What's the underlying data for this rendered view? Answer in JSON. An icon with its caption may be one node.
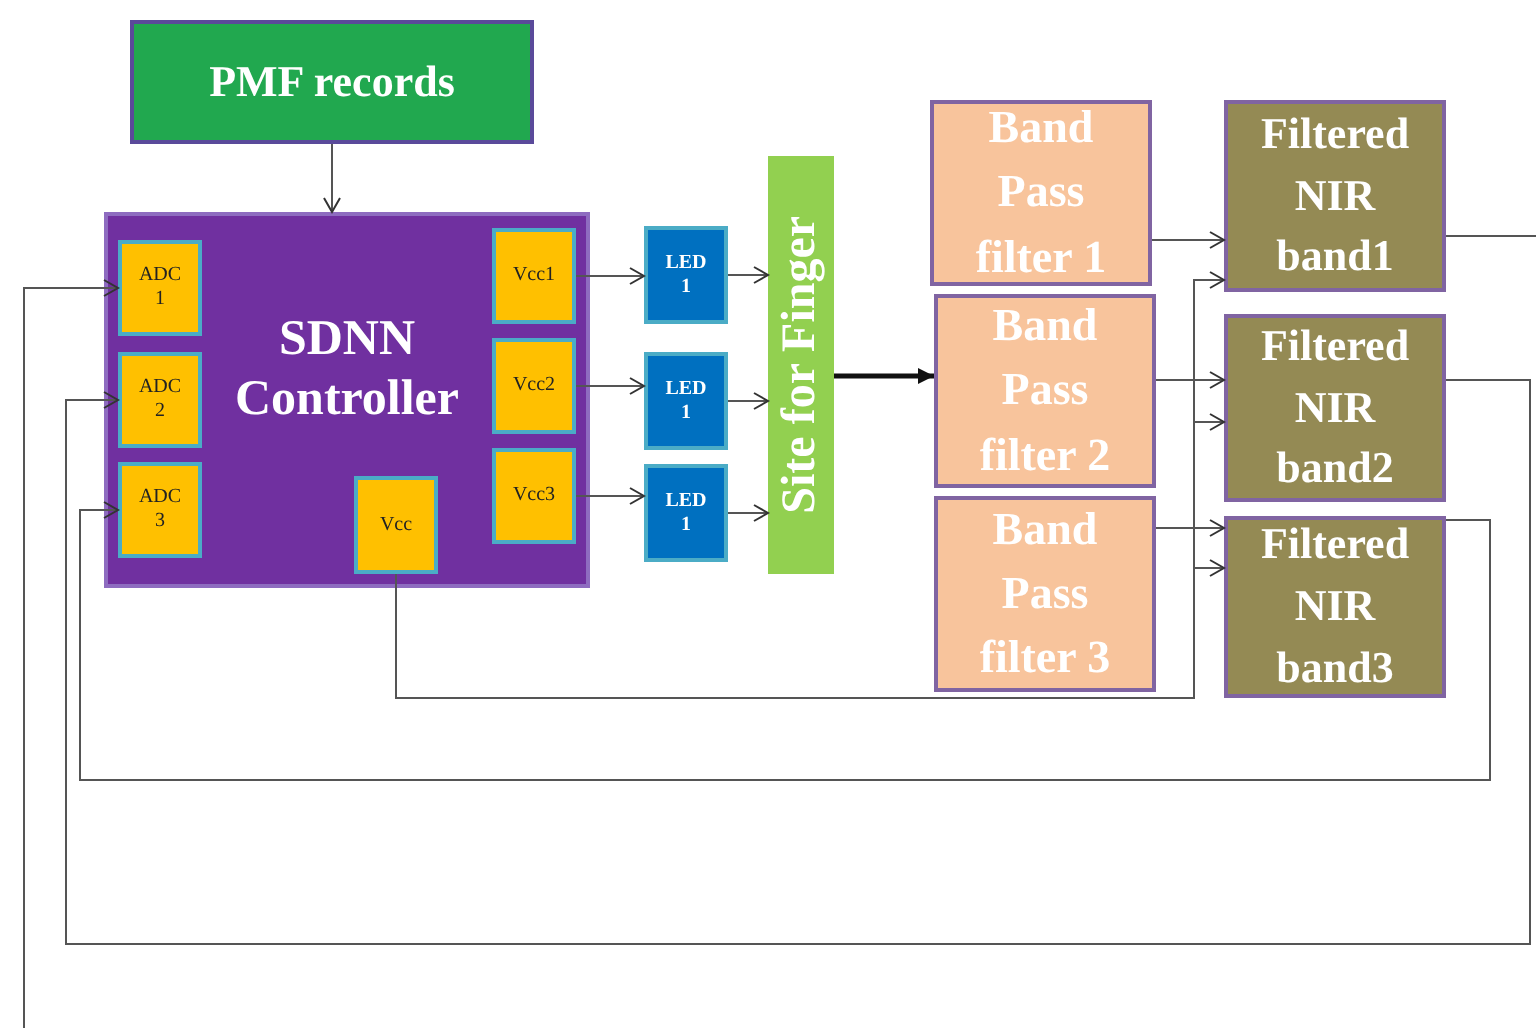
{
  "diagram": {
    "nodes": [
      {
        "text": [
          "PMF records"
        ]
      },
      {
        "text": [
          "SDNN Controller"
        ]
      },
      {
        "text": [
          "ADC 1"
        ],
        "in": 1
      },
      {
        "text": [
          "ADC 2"
        ],
        "in": 1
      },
      {
        "text": [
          "ADC 3"
        ],
        "in": 1
      },
      {
        "text": [
          "Vcc1"
        ],
        "in": 1
      },
      {
        "text": [
          "Vcc2"
        ],
        "in": 1
      },
      {
        "text": [
          "Vcc3"
        ],
        "in": 1
      },
      {
        "text": [
          "Vcc"
        ],
        "in": 1
      },
      {
        "text": [
          "LED 1"
        ]
      },
      {
        "text": [
          "LED 1"
        ]
      },
      {
        "text": [
          "LED 1"
        ]
      },
      {
        "text": [
          "Site for Finger"
        ]
      },
      {
        "text": [
          "Band Pass filter 1"
        ]
      },
      {
        "text": [
          "Band Pass filter 2"
        ]
      },
      {
        "text": [
          "Band Pass filter 3"
        ]
      },
      {
        "text": [
          "Filtered NIR band1"
        ]
      },
      {
        "text": [
          "Filtered NIR band2"
        ]
      },
      {
        "text": [
          "Filtered NIR band3"
        ]
      }
    ],
    "edges": [
      {
        "from": 0,
        "to": 1,
        "arrow": "to"
      },
      {
        "from": 5,
        "to": 9,
        "arrow": "to"
      },
      {
        "from": 6,
        "to": 10,
        "arrow": "to"
      },
      {
        "from": 7,
        "to": 11,
        "arrow": "to"
      },
      {
        "from": 9,
        "to": 12,
        "arrow": "to"
      },
      {
        "from": 10,
        "to": 12,
        "arrow": "to"
      },
      {
        "from": 11,
        "to": 12,
        "arrow": "to"
      },
      {
        "from": 12,
        "to": 14,
        "arrow": "to",
        "style": "thick"
      },
      {
        "from": 13,
        "to": 16,
        "arrow": "to"
      },
      {
        "from": 14,
        "to": 17,
        "arrow": "to"
      },
      {
        "from": 15,
        "to": 18,
        "arrow": "to"
      },
      {
        "from": 8,
        "to": 16,
        "arrow": "to"
      },
      {
        "from": 8,
        "to": 17,
        "arrow": "to"
      },
      {
        "from": 8,
        "to": 18,
        "arrow": "to"
      },
      {
        "from": 17,
        "to": 3,
        "arrow": "to"
      },
      {
        "from": 18,
        "to": 4,
        "arrow": "to"
      },
      {
        "from": 16,
        "to": null,
        "arrow": "none"
      },
      {
        "from": null,
        "to": 2,
        "arrow": "to"
      }
    ]
  }
}
